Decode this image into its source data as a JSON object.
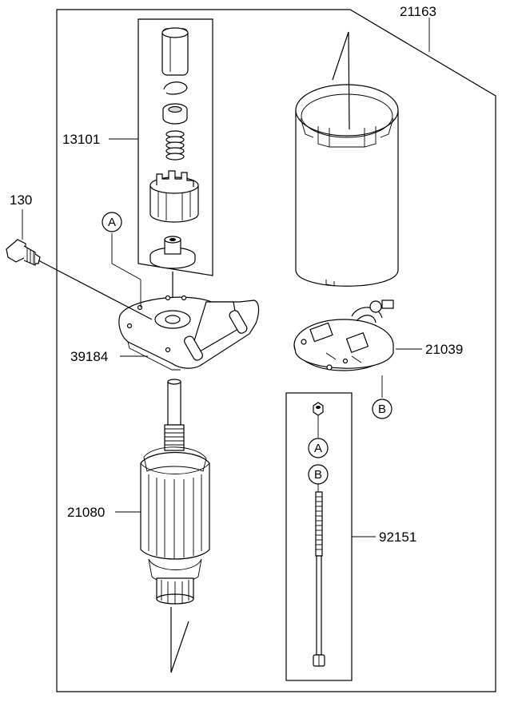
{
  "callouts": {
    "p21163": "21163",
    "p13101": "13101",
    "p130": "130",
    "p39184": "39184",
    "p21039": "21039",
    "p21080": "21080",
    "p92151": "92151"
  },
  "markers": {
    "a": "A",
    "b": "B"
  },
  "colors": {
    "line": "#000000",
    "background": "#ffffff",
    "part_fill": "#ffffff",
    "shade": "#d9d9d9"
  }
}
